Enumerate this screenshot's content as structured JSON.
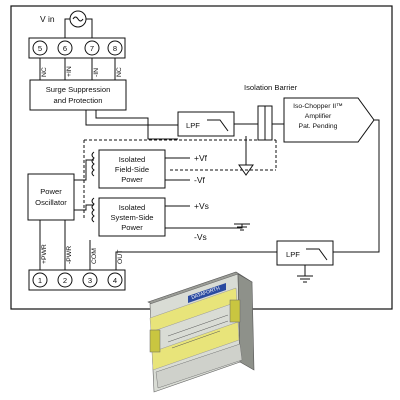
{
  "vin_label": "V in",
  "top_terminals": [
    {
      "num": "5",
      "label": "NC"
    },
    {
      "num": "6",
      "label": "+IN"
    },
    {
      "num": "7",
      "label": "-IN"
    },
    {
      "num": "8",
      "label": "NC"
    }
  ],
  "surge": {
    "line1": "Surge Suppression",
    "line2": "and Protection"
  },
  "lpf_label": "LPF",
  "isolation_barrier": "Isolation Barrier",
  "amplifier": {
    "line1": "Iso-Chopper II™",
    "line2": "Amplifier",
    "line3": "Pat. Pending"
  },
  "field_power": {
    "line1": "Isolated",
    "line2": "Field-Side",
    "line3": "Power",
    "pos": "+Vf",
    "neg": "-Vf"
  },
  "system_power": {
    "line1": "Isolated",
    "line2": "System-Side",
    "line3": "Power",
    "pos": "+Vs",
    "neg": "-Vs"
  },
  "oscillator": {
    "line1": "Power",
    "line2": "Oscillator"
  },
  "bottom_terminals": [
    {
      "num": "1",
      "label": "+PWR"
    },
    {
      "num": "2",
      "label": "-PWR"
    },
    {
      "num": "3",
      "label": "COM"
    },
    {
      "num": "4",
      "label": "OUT"
    }
  ],
  "module_brand": "DATAFORTH",
  "colors": {
    "module_body": "#d9dcd5",
    "module_label": "#e8e47a",
    "module_top": "#9a9c96",
    "brand": "#2a4aa0"
  }
}
